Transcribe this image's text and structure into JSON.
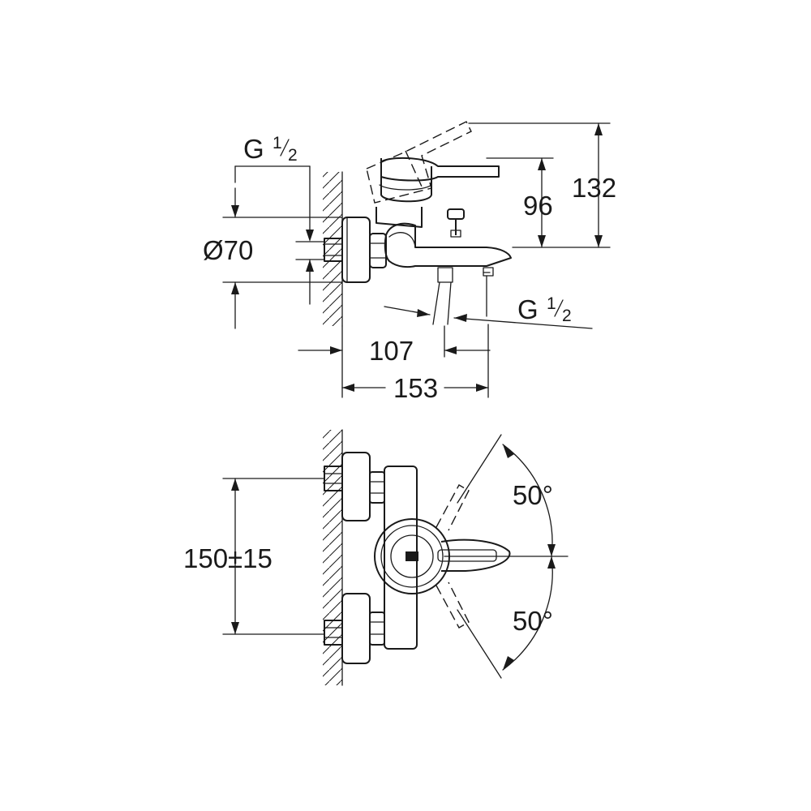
{
  "side_view": {
    "thread_top": {
      "prefix": "G",
      "num": "1",
      "den": "2"
    },
    "diameter": "Ø70",
    "height_96": "96",
    "height_132": "132",
    "thread_bottom": {
      "prefix": "G",
      "num": "1",
      "den": "2"
    },
    "depth_107": "107",
    "depth_153": "153"
  },
  "front_view": {
    "spacing": "150±15",
    "angle_top": "50°",
    "angle_bottom": "50°"
  }
}
